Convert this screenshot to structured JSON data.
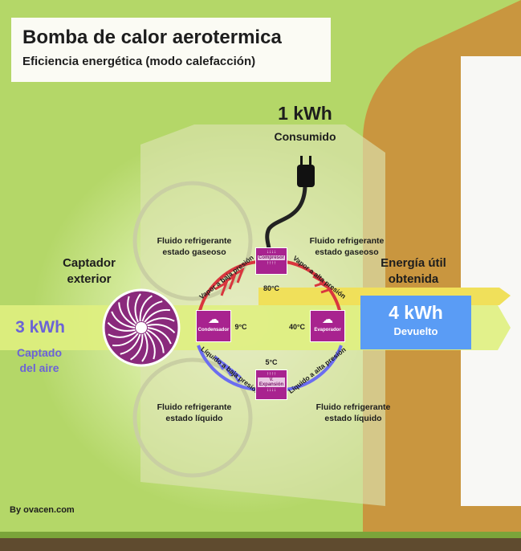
{
  "title": "Bomba de calor aerotermica",
  "subtitle": "Eficiencia energética (modo calefacción)",
  "input_energy": {
    "value": "1 kWh",
    "label": "Consumido"
  },
  "air_energy": {
    "value": "3 kWh",
    "label": "Captado del aire"
  },
  "output_energy": {
    "value": "4 kWh",
    "label": "Devuelto"
  },
  "captador_label": "Captador exterior",
  "util_label": "Energía útil obtenida",
  "fluid_labels": {
    "top_left": "Fluido refrigerante estado gaseoso",
    "top_right": "Fluido refrigerante estado gaseoso",
    "bottom_left": "Fluido refrigerante estado líquido",
    "bottom_right": "Fluido refrigerante estado líquido"
  },
  "arc_labels": {
    "top_left": "Vapor a baja presión",
    "top_right": "Vapor a alta presión",
    "bottom_left": "Líquido a baja presión",
    "bottom_right": "Líquido a alta presión"
  },
  "components": {
    "compresor": "Compresor",
    "condensador": "Condensador",
    "evaporador": "Evaporador",
    "expansion": "V. Expansión"
  },
  "temperatures": {
    "top": "80°C",
    "left": "9°C",
    "right": "40°C",
    "bottom": "5°C"
  },
  "credit": "By ovacen.com",
  "colors": {
    "background": "#b4d768",
    "house": "#c9963f",
    "hot_arc": "#d9363e",
    "cold_arc": "#6b6df0",
    "component": "#a8238f",
    "output_box": "#5a9cf5",
    "air_text": "#6b63d6",
    "fan": "#8a2a7c"
  }
}
